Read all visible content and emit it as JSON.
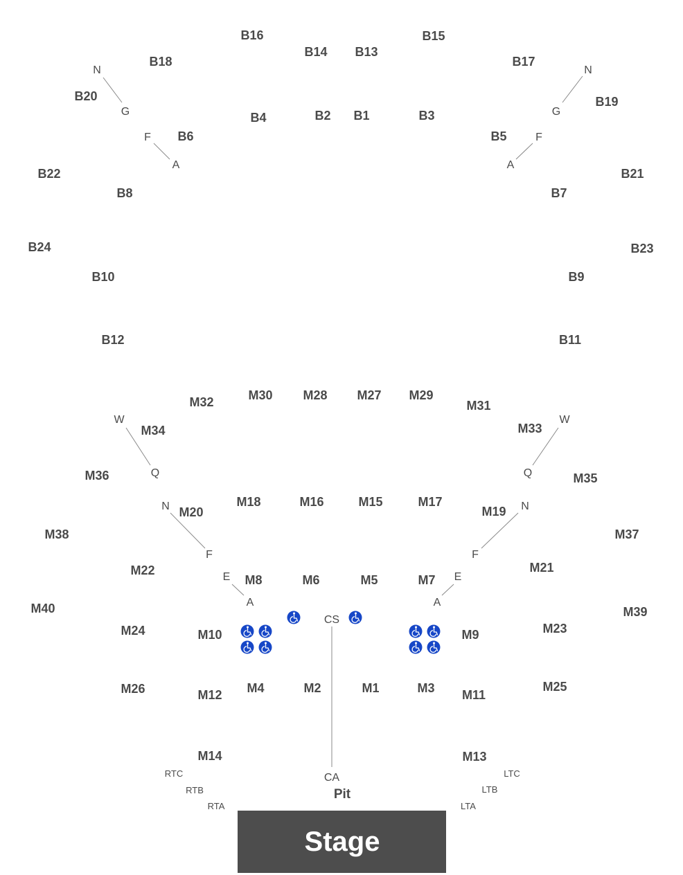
{
  "stage": {
    "label": "Stage"
  },
  "pit": {
    "label": "Pit"
  },
  "colors": {
    "stage_fill": "#4d4d4d",
    "text": "#4a4a4a",
    "ada_badge": "#1747c7"
  },
  "sections": {
    "B16": "B16",
    "B14": "B14",
    "B13": "B13",
    "B15": "B15",
    "B18": "B18",
    "B17": "B17",
    "B20": "B20",
    "B19": "B19",
    "B4": "B4",
    "B2": "B2",
    "B1": "B1",
    "B3": "B3",
    "B6": "B6",
    "B5": "B5",
    "B22": "B22",
    "B21": "B21",
    "B8": "B8",
    "B7": "B7",
    "B24": "B24",
    "B23": "B23",
    "B10": "B10",
    "B9": "B9",
    "B12": "B12",
    "B11": "B11",
    "M32": "M32",
    "M30": "M30",
    "M28": "M28",
    "M27": "M27",
    "M29": "M29",
    "M31": "M31",
    "M34": "M34",
    "M33": "M33",
    "M36": "M36",
    "M35": "M35",
    "M18": "M18",
    "M16": "M16",
    "M15": "M15",
    "M17": "M17",
    "M20": "M20",
    "M19": "M19",
    "M38": "M38",
    "M37": "M37",
    "M22": "M22",
    "M21": "M21",
    "M8": "M8",
    "M6": "M6",
    "M5": "M5",
    "M7": "M7",
    "M40": "M40",
    "M39": "M39",
    "M24": "M24",
    "M23": "M23",
    "M10": "M10",
    "M9": "M9",
    "M26": "M26",
    "M25": "M25",
    "M12": "M12",
    "M11": "M11",
    "M4": "M4",
    "M2": "M2",
    "M1": "M1",
    "M3": "M3",
    "M14": "M14",
    "M13": "M13"
  },
  "rows": {
    "left_B_N": "N",
    "left_B_G": "G",
    "left_B_F": "F",
    "left_B_A": "A",
    "right_B_N": "N",
    "right_B_G": "G",
    "right_B_F": "F",
    "right_B_A": "A",
    "left_M_W": "W",
    "left_M_Q": "Q",
    "left_M_N": "N",
    "left_M_F": "F",
    "left_M_E": "E",
    "left_M_A": "A",
    "right_M_W": "W",
    "right_M_Q": "Q",
    "right_M_N": "N",
    "right_M_F": "F",
    "right_M_E": "E",
    "right_M_A": "A",
    "CS": "CS",
    "CA": "CA"
  },
  "boxes": {
    "RTC": "RTC",
    "RTB": "RTB",
    "RTA": "RTA",
    "LTC": "LTC",
    "LTB": "LTB",
    "LTA": "LTA"
  },
  "accessibility": {
    "icon": "wheelchair-icon",
    "count": 10
  }
}
